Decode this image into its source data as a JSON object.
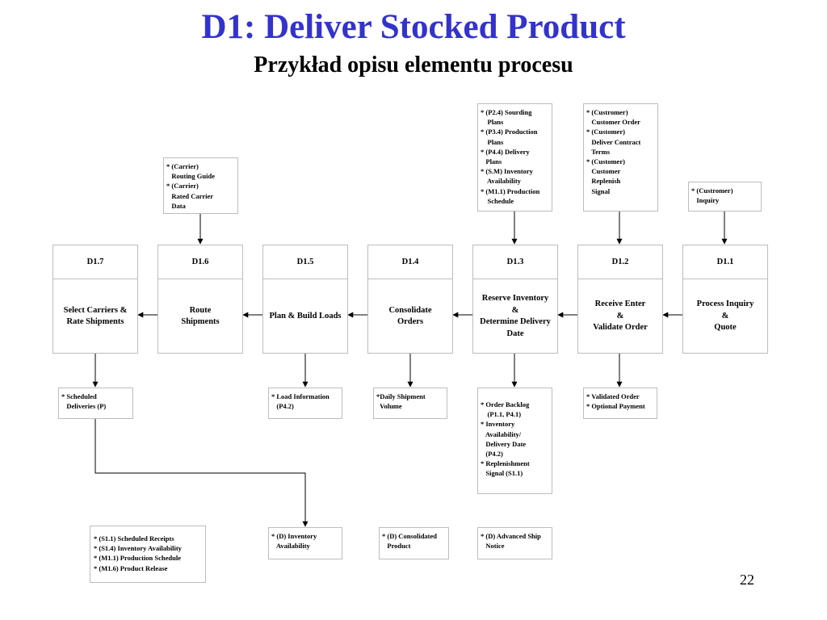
{
  "slide": {
    "title": "D1: Deliver Stocked Product",
    "subtitle": "Przykład opisu elementu procesu",
    "page_number": "22"
  },
  "colors": {
    "title": "#3333cc",
    "text": "#000000",
    "border": "#bdbdbd",
    "connector": "#000000"
  },
  "processes": [
    {
      "code": "D1.7",
      "name": [
        "Select Carriers &",
        "Rate Shipments"
      ]
    },
    {
      "code": "D1.6",
      "name": [
        "Route",
        "Shipments"
      ]
    },
    {
      "code": "D1.5",
      "name": [
        "Plan & Build Loads"
      ]
    },
    {
      "code": "D1.4",
      "name": [
        "Consolidate",
        "Orders"
      ]
    },
    {
      "code": "D1.3",
      "name": [
        "Reserve Inventory",
        "&",
        "Determine Delivery",
        "Date"
      ]
    },
    {
      "code": "D1.2",
      "name": [
        "Receive Enter",
        "&",
        "Validate Order"
      ]
    },
    {
      "code": "D1.1",
      "name": [
        "Process Inquiry",
        "&",
        "Quote"
      ]
    }
  ],
  "inputs": {
    "d1_6": [
      "* (Carrier)",
      "   Routing Guide",
      "* (Carrier)",
      "   Rated Carrier",
      "   Data"
    ],
    "d1_3": [
      "* (P2.4) Sourding",
      "    Plans",
      "* (P3.4) Production",
      "    Plans",
      "* (P4.4) Delivery",
      "   Plans",
      "* (S.M) Inventory",
      "    Availability",
      "* (M1.1) Production",
      "    Schedule"
    ],
    "d1_2": [
      "* (Custromer)",
      "   Customer Order",
      "* (Customer)",
      "   Deliver Contract",
      "   Terms",
      "* (Customer)",
      "   Customer",
      "   Replenish",
      "   Signal"
    ],
    "d1_1": [
      "* (Custromer)",
      "   Inquiry"
    ]
  },
  "outputs": {
    "d1_7": [
      "* Scheduled",
      "   Deliveries (P)"
    ],
    "d1_5": [
      "* Load Information",
      "   (P4.2)"
    ],
    "d1_4": [
      "*Daily Shipment",
      "  Volume"
    ],
    "d1_3": [
      "* Order Backlog",
      "    (P1.1, P4.1)",
      "* Inventory",
      "   Availability/",
      "   Delivery Date",
      "   (P4.2)",
      "* Replenishment",
      "   Signal (S1.1)"
    ],
    "d1_2": [
      "* Validated Order",
      "* Optional Payment"
    ]
  },
  "bottom_notes": {
    "receipts": [
      "* (S1.1) Scheduled Receipts",
      "* (S1.4) Inventory Availability",
      "* (M1.1) Production Schedule",
      "* (M1.6) Product Release"
    ],
    "inventory": [
      "* (D) Inventory",
      "   Availability"
    ],
    "consolidated": [
      "* (D) Consolidated",
      "   Product"
    ],
    "ship_notice": [
      "* (D) Advanced Ship",
      "   Notice"
    ]
  }
}
